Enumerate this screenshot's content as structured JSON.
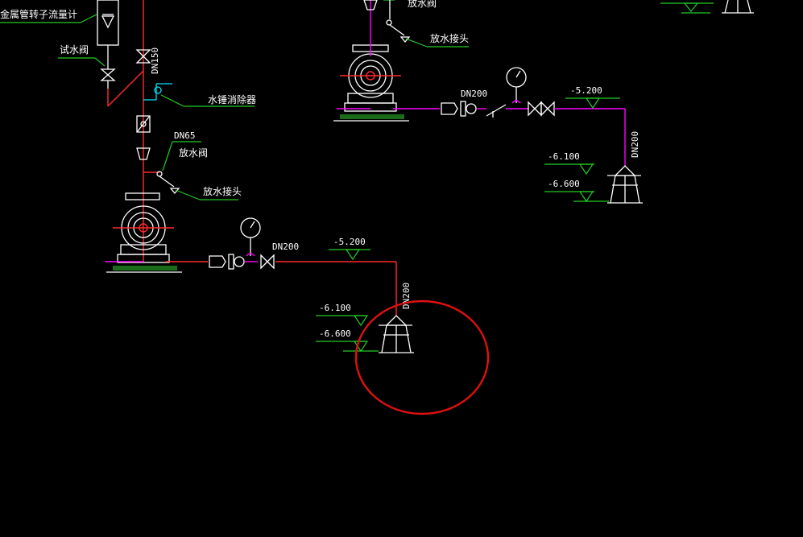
{
  "labels": {
    "flowmeter": "金属管转子流量计",
    "test_valve": "试水阀",
    "dn150": "DN150",
    "water_hammer": "水锤消除器",
    "dn65": "DN65",
    "drain_valve_left": "放水阀",
    "drain_joint_left": "放水接头",
    "drain_valve_top": "放水阀",
    "drain_joint_top": "放水接头",
    "dn200_top_h": "DN200",
    "dn200_top_v": "DN200",
    "dn200_mid_h": "DN200",
    "dn200_mid_v": "DN200"
  },
  "elevations": {
    "top_main": "-5.200",
    "top_upper": "-6.100",
    "top_lower": "-6.600",
    "mid_main": "-5.200",
    "mid_upper": "-6.100",
    "mid_lower": "-6.600"
  },
  "colors": {
    "background": "#000000",
    "pipe_red": "#ff2a2a",
    "pipe_magenta": "#ff00ff",
    "leader_green": "#22cc22",
    "fixture_cyan": "#00e5ff",
    "symbol_white": "#ffffff",
    "highlight_circle": "#e01010"
  }
}
